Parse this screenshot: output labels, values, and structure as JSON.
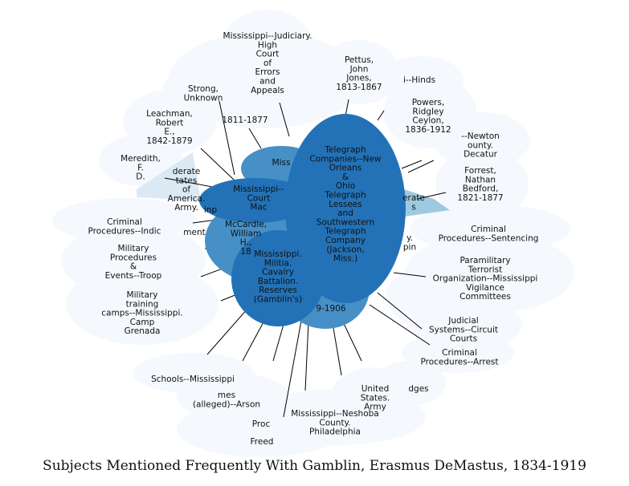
{
  "caption": "Subjects Mentioned Frequently With Gamblin, Erasmus DeMastus, 1834-1919",
  "colors": {
    "center_dark": "#2372b7",
    "center_mid": "#4690c7",
    "center_light": "#9ecae1",
    "cloud": "#f5f9fd",
    "line": "#000000"
  },
  "nodes": [
    {
      "id": "judiciary",
      "lines": [
        "Mississippi--Judiciary.",
        "High",
        "Court",
        "of",
        "Errors",
        "and",
        "Appeals"
      ]
    },
    {
      "id": "pettus",
      "lines": [
        "Pettus,",
        "John",
        "Jones,",
        "1813-1867"
      ]
    },
    {
      "id": "hinds",
      "lines": [
        "i--Hinds"
      ]
    },
    {
      "id": "strong",
      "lines": [
        "Strong,",
        "Unknown"
      ]
    },
    {
      "id": "d1811",
      "lines": [
        "1811-1877"
      ]
    },
    {
      "id": "powers",
      "lines": [
        "Powers,",
        "Ridgley",
        "Ceylon,",
        "1836-1912"
      ]
    },
    {
      "id": "leachman",
      "lines": [
        "Leachman,",
        "Robert",
        "E.,",
        "1842-1879"
      ]
    },
    {
      "id": "newton",
      "lines": [
        "--Newton",
        "ounty.",
        "Decatur"
      ]
    },
    {
      "id": "meredith",
      "lines": [
        "Meredith,",
        "F.",
        "D."
      ]
    },
    {
      "id": "confederate",
      "lines": [
        "derate",
        "tates",
        "of",
        "America.",
        "Army."
      ]
    },
    {
      "id": "forrest",
      "lines": [
        "Forrest,",
        "Nathan",
        "Bedford,",
        "1821-1877"
      ]
    },
    {
      "id": "criminal_left",
      "lines": [
        "Criminal",
        "Procedures--Indic"
      ]
    },
    {
      "id": "criminal_sent",
      "lines": [
        "Criminal",
        "Procedures--Sentencing"
      ]
    },
    {
      "id": "military_proc",
      "lines": [
        "Military",
        "Procedures",
        "&",
        "Events--Troop"
      ]
    },
    {
      "id": "paramilitary",
      "lines": [
        "Paramilitary",
        "Terrorist",
        "Organization--Mississippi",
        "Vigilance",
        "Committees"
      ]
    },
    {
      "id": "military_train",
      "lines": [
        "Military",
        "training",
        "camps--Mississippi.",
        "Camp",
        "Grenada"
      ]
    },
    {
      "id": "judicial",
      "lines": [
        "Judicial",
        "Systems--Circuit",
        "Courts"
      ]
    },
    {
      "id": "criminal_arrest",
      "lines": [
        "Criminal",
        "Procedures--Arrest"
      ]
    },
    {
      "id": "schools",
      "lines": [
        "Schools--Mississippi"
      ]
    },
    {
      "id": "judges",
      "lines": [
        "dges"
      ]
    },
    {
      "id": "arson",
      "lines": [
        "mes",
        "(alleged)--Arson"
      ]
    },
    {
      "id": "usarmy",
      "lines": [
        "United",
        "States.",
        "Army"
      ]
    },
    {
      "id": "philadelphia",
      "lines": [
        "Mississippi--Neshoba",
        "County.",
        "Philadelphia"
      ]
    },
    {
      "id": "proc",
      "lines": [
        "Proc"
      ]
    },
    {
      "id": "freed",
      "lines": [
        "Freed"
      ]
    },
    {
      "id": "center_telegraph",
      "lines": [
        "Telegraph",
        "Companies--New",
        "Orleans",
        "&",
        "Ohio",
        "Telegraph",
        "Lessees",
        "and",
        "Southwestern",
        "Telegraph",
        "Company",
        "(Jackson,",
        "Miss.)"
      ]
    },
    {
      "id": "center_cavalry",
      "lines": [
        "Mississippi.",
        "Militia.",
        "Cavalry",
        "Battalion.",
        "Reserves",
        "(Gamblin's)"
      ]
    },
    {
      "id": "center_court",
      "lines": [
        "Mississippi--",
        "Court",
        "Mac"
      ]
    },
    {
      "id": "center_mccardle",
      "lines": [
        "McCardle,",
        "William",
        "H.,",
        "18"
      ]
    },
    {
      "id": "center_miss",
      "lines": [
        "Miss"
      ]
    },
    {
      "id": "center_mid_r",
      "lines": [
        "erate",
        "s"
      ]
    },
    {
      "id": "center_y",
      "lines": [
        "y.",
        "pin"
      ]
    },
    {
      "id": "center_year",
      "lines": [
        "9-1906"
      ]
    },
    {
      "id": "center_ment",
      "lines": [
        "ment"
      ]
    },
    {
      "id": "center_inp",
      "lines": [
        "inp"
      ]
    }
  ]
}
